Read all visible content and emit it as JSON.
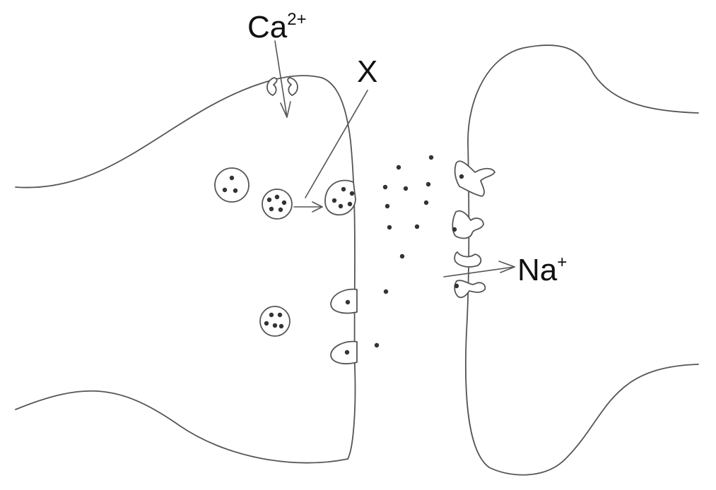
{
  "labels": {
    "calcium": {
      "base": "Ca",
      "sup": "2+"
    },
    "x": "X",
    "sodium": {
      "base": "Na",
      "sup": "+"
    }
  },
  "colors": {
    "line": "#555555",
    "dot": "#333333",
    "text": "#111111"
  }
}
